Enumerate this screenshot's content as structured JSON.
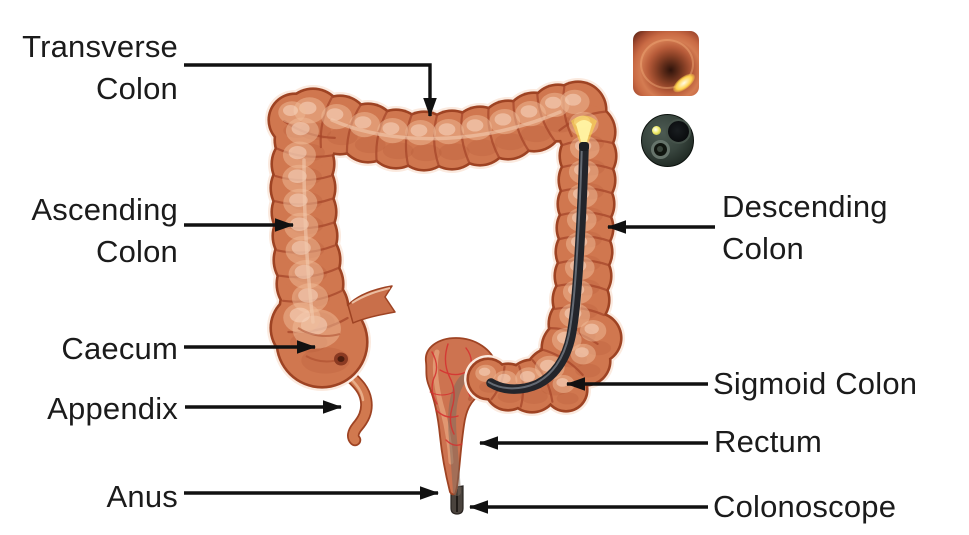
{
  "diagram": {
    "subject": "colonoscopy-anatomy-diagram",
    "labels": {
      "transverse_colon": {
        "line1": "Transverse",
        "line2": "Colon"
      },
      "ascending_colon": {
        "line1": "Ascending",
        "line2": "Colon"
      },
      "caecum": {
        "text": "Caecum"
      },
      "appendix": {
        "text": "Appendix"
      },
      "anus": {
        "text": "Anus"
      },
      "descending_colon": {
        "line1": "Descending",
        "line2": "Colon"
      },
      "sigmoid_colon": {
        "text": "Sigmoid Colon"
      },
      "rectum": {
        "text": "Rectum"
      },
      "colonoscope": {
        "text": "Colonoscope"
      }
    },
    "insets": {
      "endoscopic_view": "endoscopic-camera-view",
      "scope_tip_view": "colonoscope-tip"
    },
    "colors": {
      "background": "#ffffff",
      "colon_base": "#d0774f",
      "colon_outline": "#9e4323",
      "colon_highlight": "#f0bb97",
      "label_text": "#1b1b1b",
      "arrow": "#111111",
      "colonoscope_tube": "#23252b",
      "light_glow": "#ffe24d",
      "rectal_vessels": "#d63030"
    }
  }
}
